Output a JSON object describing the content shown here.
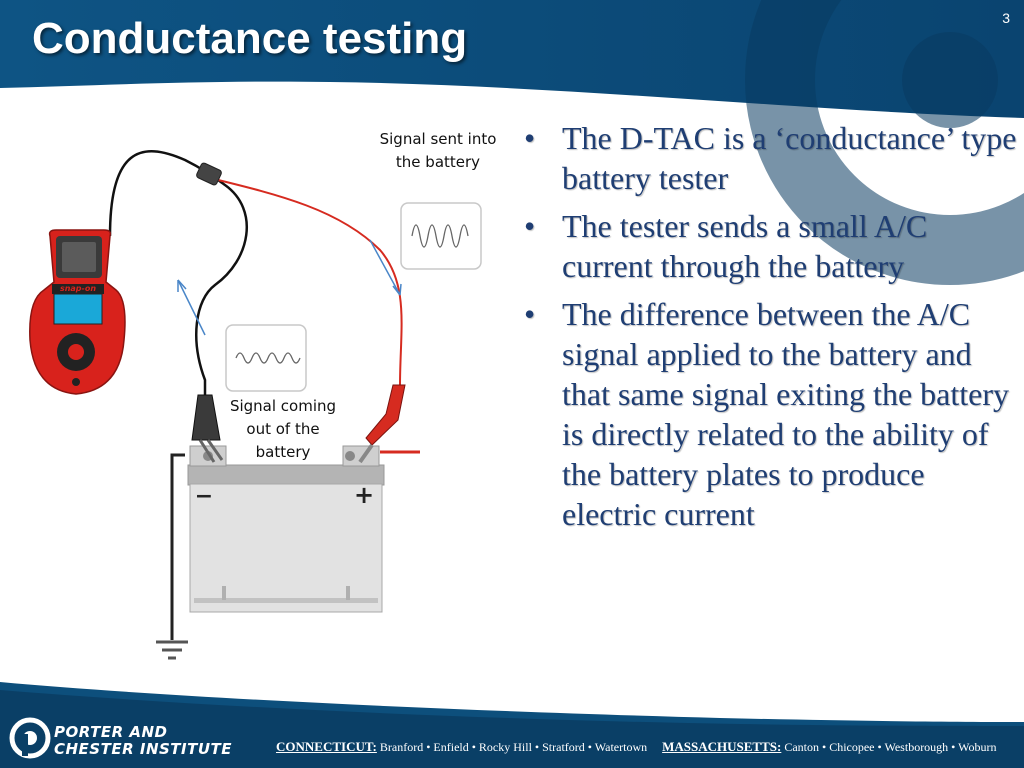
{
  "slide": {
    "title": "Conductance testing",
    "number": "3"
  },
  "diagram": {
    "caption_sent": "Signal sent into the battery",
    "caption_out": "Signal coming out of the battery",
    "tester_brand": "snap-on",
    "terminal_negative": "−",
    "terminal_positive": "+"
  },
  "bullets": [
    "The D-TAC is a ‘conductance’ type battery tester",
    "The tester sends a small A/C current through the battery",
    "The difference between the A/C signal applied to the battery and that same signal exiting the battery is directly related to the ability of the battery plates to produce electric current"
  ],
  "footer": {
    "logo_line1": "PORTER AND",
    "logo_line2": "CHESTER INSTITUTE",
    "state1": "CONNECTICUT:",
    "state1_locations": "Branford • Enfield • Rocky Hill • Stratford • Watertown",
    "state2": "MASSACHUSETTS:",
    "state2_locations": "Canton • Chicopee • Westborough • Woburn"
  },
  "colors": {
    "header_blue": "#0d4f7c",
    "header_dark": "#0a3d63",
    "text_blue": "#1f3e73",
    "tester_red": "#d8221c",
    "wire_red": "#d62b20"
  }
}
